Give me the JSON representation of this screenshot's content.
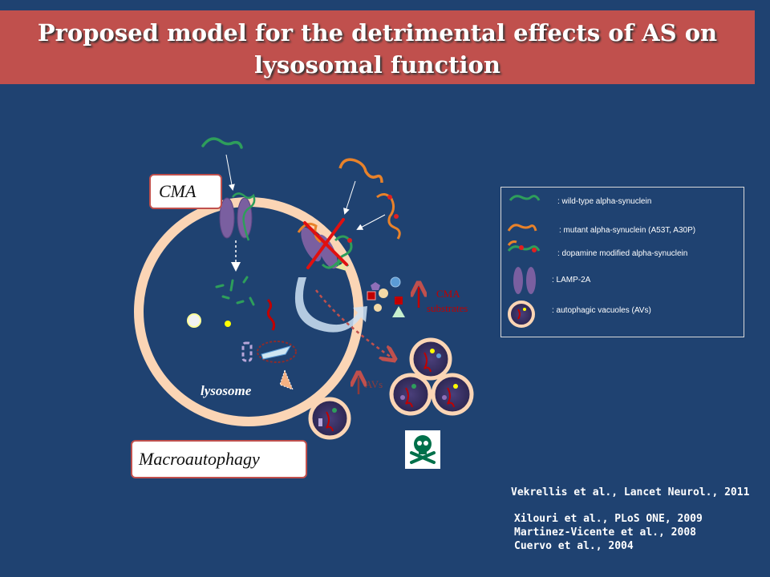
{
  "title": "Proposed model for the detrimental effects of AS on lysosomal function",
  "labels": {
    "cma": "CMA",
    "macroautophagy": "Macroautophagy",
    "lysosome": "lysosome",
    "cma_line1": "CMA",
    "cma_line2": "substrates",
    "avs": "AVs"
  },
  "legend": [
    {
      "text": ": wild-type alpha-synuclein",
      "icon": "wild-type-synuclein-icon"
    },
    {
      "text": ": mutant alpha-synuclein (A53T, A30P)",
      "icon": "mutant-synuclein-icon"
    },
    {
      "text": ": dopamine modified alpha-synuclein",
      "icon": "dopamine-modified-synuclein-icon"
    },
    {
      "text": ": LAMP-2A",
      "icon": "lamp2a-icon"
    },
    {
      "text": ": autophagic vacuoles (AVs)",
      "icon": "autophagic-vacuole-icon"
    }
  ],
  "references": [
    "Vekrellis et al., Lancet Neurol., 2011",
    "Xilouri et al., PLoS ONE, 2009",
    "Martinez-Vicente et al., 2008",
    "Cuervo et al., 2004"
  ],
  "colors": {
    "background": "#1f4271",
    "title_banner": "#c0504d",
    "wild_type": "#2e9e5b",
    "mutant": "#e8822a",
    "dopamine_mark": "#e02020",
    "lamp2a": "#7a5fa0",
    "lysosome_ring": "#fbd5b5",
    "block_x": "#e01010"
  }
}
